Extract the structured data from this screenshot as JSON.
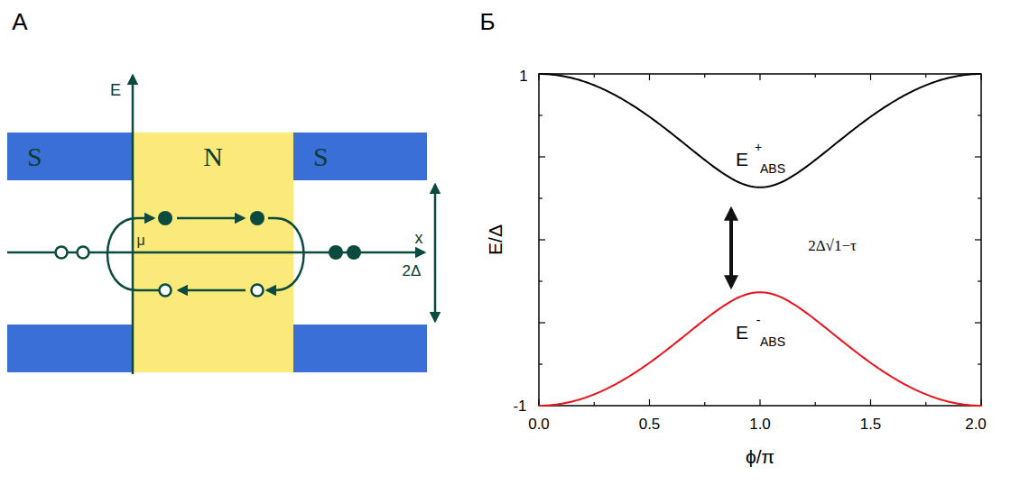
{
  "diagram": {
    "nodes": [
      {
        "text": [
          "S"
        ]
      },
      {
        "text": [
          "N"
        ]
      },
      {
        "text": [
          "S"
        ]
      }
    ],
    "labels": [
      "А",
      "Б",
      "E",
      "x",
      "μ",
      "2Δ",
      "1",
      "-1",
      "0.0",
      "0.5",
      "1.0",
      "1.5",
      "2.0",
      "E/Δ",
      "ϕ/π",
      "E",
      "+",
      "ABS",
      "E",
      "-",
      "ABS",
      "2Δ√1−τ"
    ]
  }
}
